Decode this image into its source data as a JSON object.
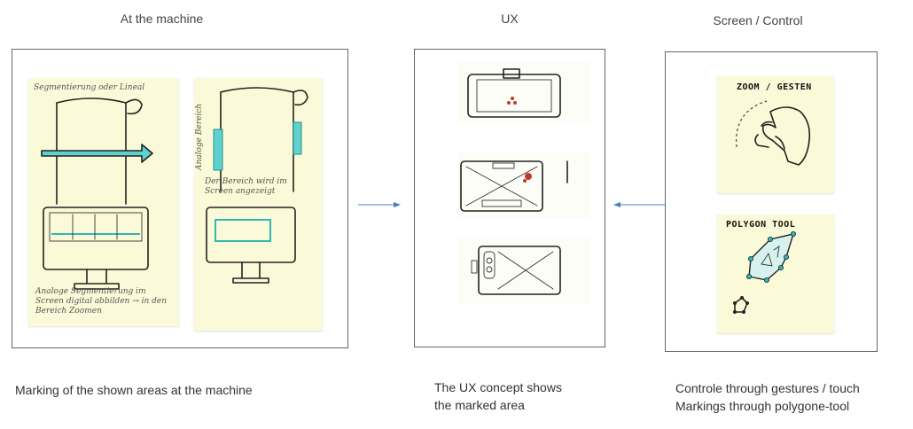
{
  "columns": [
    {
      "id": "machine",
      "title": "At the machine",
      "caption_lines": [
        "Marking of the shown areas at the machine"
      ]
    },
    {
      "id": "ux",
      "title": "UX",
      "caption_lines": [
        "The UX concept shows",
        "the marked area"
      ]
    },
    {
      "id": "screen",
      "title": "Screen / Control",
      "caption_lines": [
        "Controle through gestures / touch",
        "Markings through polygone-tool"
      ]
    }
  ],
  "sketch_notes": {
    "machine_note1_top": "Segmentierung oder Lineal",
    "machine_note1_bottom": "Analoge Segmentierung im Screen digital abbilden → in den Bereich Zoomen",
    "machine_note2_side": "Analoge Bereich",
    "machine_note2_middle": "Der Bereich wird im Screen angezeigt",
    "screen_note1": "ZOOM / GESTEN",
    "screen_note2": "POLYGON TOOL"
  },
  "colors": {
    "accent_arrow": "#4a7fc1",
    "marker": "#5ed2cf",
    "paper": "#fbfad8",
    "frame": "#666666"
  }
}
